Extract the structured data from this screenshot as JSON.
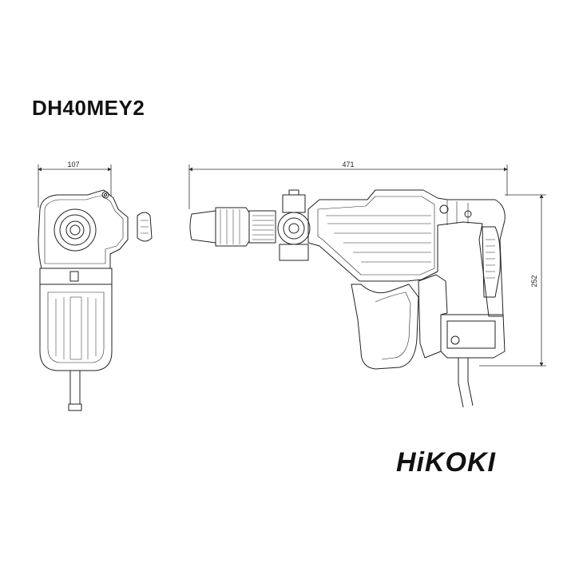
{
  "title": "DH40MEY2",
  "brand": "HiKOKI",
  "dimensions": {
    "width": "107",
    "length": "471",
    "height": "252"
  },
  "colors": {
    "line": "#222222",
    "dim_line": "#333333"
  }
}
